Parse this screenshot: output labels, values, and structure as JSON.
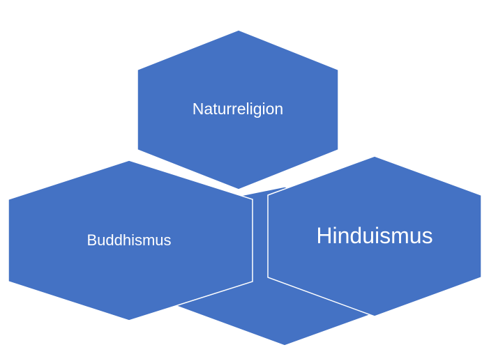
{
  "diagram": {
    "fill_color": "#4472c4",
    "stroke_color": "#ffffff",
    "background_color": "#ffffff",
    "nodes": [
      {
        "id": "naturreligion",
        "label": "Naturreligion"
      },
      {
        "id": "buddhismus",
        "label": "Buddhismus"
      },
      {
        "id": "hinduismus",
        "label": "Hinduismus"
      },
      {
        "id": "center",
        "label": ""
      }
    ]
  }
}
